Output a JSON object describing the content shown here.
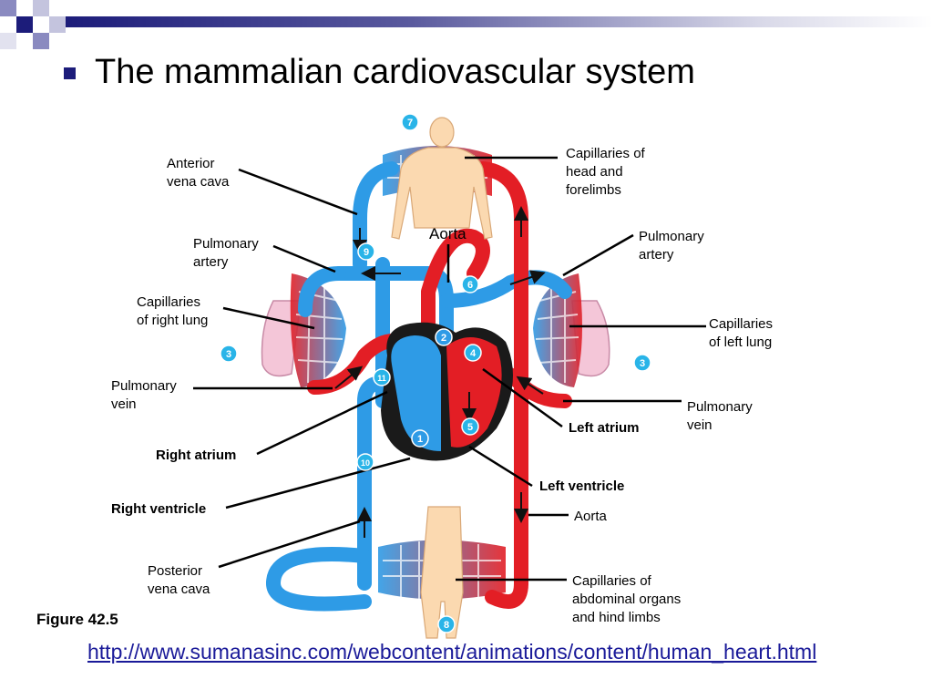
{
  "title": "The mammalian cardiovascular system",
  "figure_label": "Figure 42.5",
  "source_link": "http://www.sumanasinc.com/webcontent/animations/content/human_heart.html",
  "colors": {
    "oxygen_rich": "#e31e25",
    "oxygen_poor": "#2e9be6",
    "title_bar": "#1c1c7a",
    "skin": "#fbd9b0",
    "lung": "#f4c6d8"
  },
  "labels": {
    "anterior_vena_cava": "Anterior\nvena cava",
    "pulmonary_artery_right": "Pulmonary\nartery",
    "capillaries_right_lung": "Capillaries\nof right lung",
    "pulmonary_vein_right": "Pulmonary\nvein",
    "right_atrium": "Right atrium",
    "right_ventricle": "Right ventricle",
    "posterior_vena_cava": "Posterior\nvena cava",
    "capillaries_head": "Capillaries of\nhead and\nforelimbs",
    "aorta_top": "Aorta",
    "pulmonary_artery_left": "Pulmonary\nartery",
    "capillaries_left_lung": "Capillaries\nof left lung",
    "pulmonary_vein_left": "Pulmonary\nvein",
    "left_atrium": "Left atrium",
    "left_ventricle": "Left ventricle",
    "aorta_bottom": "Aorta",
    "capillaries_abdominal": "Capillaries of\nabdominal organs\nand hind limbs"
  },
  "step_numbers": [
    "1",
    "2",
    "3",
    "3",
    "4",
    "5",
    "6",
    "7",
    "8",
    "9",
    "10",
    "11"
  ]
}
